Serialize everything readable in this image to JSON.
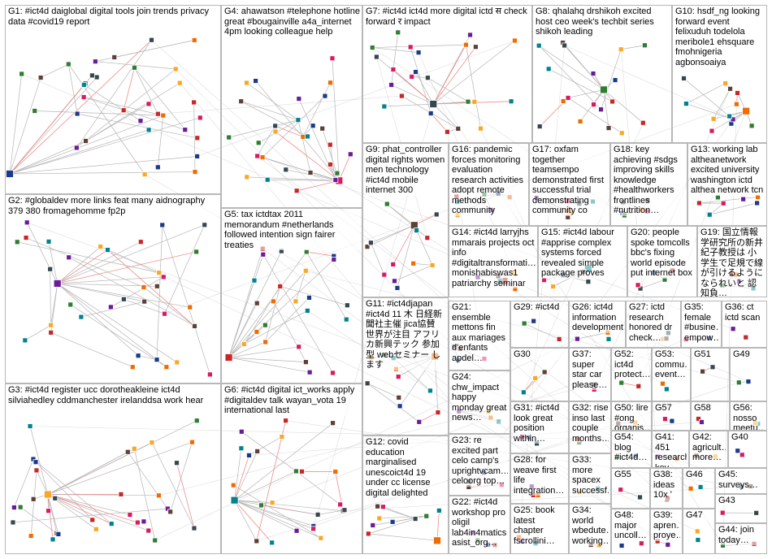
{
  "colors": {
    "edge": "#b5b5b5",
    "edge_highlight": "#f07e7e",
    "border": "#b8b8b8",
    "node_palette": [
      "#1b3b8a",
      "#2e7d32",
      "#c62828",
      "#6a1b9a",
      "#ef6c00",
      "#00838f",
      "#f9a825",
      "#5d4037",
      "#37474f",
      "#d81b60"
    ]
  },
  "node_icon": "profile-thumbnail",
  "groups": [
    {
      "id": "G1",
      "label": "G1: #ict4d daiglobal digital tools join trends privacy data #covid19 report"
    },
    {
      "id": "G2",
      "label": "G2: #globaldev more links feat many aidnography 379 380 fromagehomme fp2p"
    },
    {
      "id": "G3",
      "label": "G3: #ict4d register ucc dorotheakleine ict4d silviahedley cddmanchester irelanddsa work hear"
    },
    {
      "id": "G4",
      "label": "G4: ahawatson #telephone hotline great #bougainville a4a_internet 4pm looking colleague help"
    },
    {
      "id": "G5",
      "label": "G5: tax ictdtax 2011 memorandum #netherlands followed intention sign fairer treaties"
    },
    {
      "id": "G6",
      "label": "G6: #ict4d digital ict_works apply #digitaldev talk wayan_vota 19 international last"
    },
    {
      "id": "G7",
      "label": "G7: #ict4d ict4d more digital ictd स check forward र impact"
    },
    {
      "id": "G8",
      "label": "G8: qhalahq drshikoh excited host ceo week's techbit series shikoh leading"
    },
    {
      "id": "G10",
      "label": "G10: hsdf_ng looking forward event felixuduh todelola meribole1 ehsquare fmohnigeria agbonsoaiya"
    },
    {
      "id": "G9",
      "label": "G9: phat_controller digital rights women men technology #ict4d mobile internet 300"
    },
    {
      "id": "G16",
      "label": "G16: pandemic forces monitoring evaluation research activities adopt remote methods community"
    },
    {
      "id": "G17",
      "label": "G17: oxfam together teamsempo demonstrated first successful trial demonstrating community co"
    },
    {
      "id": "G18",
      "label": "G18: key achieving #sdgs improving skills knowledge #healthworkers frontlines #nutrition…"
    },
    {
      "id": "G13",
      "label": "G13: working lab altheanetwork excited university washington ictd althea network tcn"
    },
    {
      "id": "G14",
      "label": "G14: #ict4d larryjhs mmarais projects oct info #digitaltransformati… monishabiswas1 patriarchy seminar"
    },
    {
      "id": "G15",
      "label": "G15: #ict4d labour #apprise complex systems forced revealed simple package proves"
    },
    {
      "id": "G20",
      "label": "G20: people spoke tomcolls bbc's fixing world episode put internet box"
    },
    {
      "id": "G19",
      "label": "G19: 国立情報学研究所の新井紀子教授は 小学生で足規で線が引けるようになられいと 認知負…"
    },
    {
      "id": "G11",
      "label": "G11: #ict4djapan #ict4d 11 木 日経新聞社主催 jica協賛 世界が注目 アフリカ新興テック 参加型 webセミナー します"
    },
    {
      "id": "G21",
      "label": "G21: ensemble mettons fin aux mariages d'enfants apdel…"
    },
    {
      "id": "G29",
      "label": "G29: #ict4d"
    },
    {
      "id": "G26",
      "label": "G26: ict4d information development…"
    },
    {
      "id": "G27",
      "label": "G27: ictd research honored dr check…"
    },
    {
      "id": "G35",
      "label": "G35: female #busine… empow…"
    },
    {
      "id": "G36",
      "label": "G36: ct ictd scan"
    },
    {
      "id": "G30",
      "label": "G30"
    },
    {
      "id": "G37",
      "label": "G37: super star car please…"
    },
    {
      "id": "G52",
      "label": "G52: ict4d protect…"
    },
    {
      "id": "G53",
      "label": "G53: commu… event…"
    },
    {
      "id": "G51",
      "label": "G51"
    },
    {
      "id": "G49",
      "label": "G49"
    },
    {
      "id": "G24",
      "label": "G24: chw_impact happy monday great news…"
    },
    {
      "id": "G50",
      "label": "G50: lire #ong organis…"
    },
    {
      "id": "G57",
      "label": "G57"
    },
    {
      "id": "G58",
      "label": "G58"
    },
    {
      "id": "G56",
      "label": "G56: nosso meetu…"
    },
    {
      "id": "G31",
      "label": "G31: #ict4d look great position within…"
    },
    {
      "id": "G32",
      "label": "G32: rise inso last couple months…"
    },
    {
      "id": "G12",
      "label": "G12: covid education marginalised unescoict4d 19 under cc license digital delighted"
    },
    {
      "id": "G23",
      "label": "G23: re excited part celo camp's uprightvcam… celoorg top…"
    },
    {
      "id": "G54",
      "label": "G54: blog #ict4d…"
    },
    {
      "id": "G41",
      "label": "G41: 451 research key…"
    },
    {
      "id": "G42",
      "label": "G42: agricult… more…"
    },
    {
      "id": "G40",
      "label": "G40"
    },
    {
      "id": "G28",
      "label": "G28: for weave first life integration…"
    },
    {
      "id": "G33",
      "label": "G33: more spacex successf…"
    },
    {
      "id": "G55",
      "label": "G55"
    },
    {
      "id": "G38",
      "label": "G38: ideas 10x '"
    },
    {
      "id": "G46",
      "label": "G46"
    },
    {
      "id": "G45",
      "label": "G45: surveys…"
    },
    {
      "id": "G22",
      "label": "G22: #ict4d workshop pro oligil lab4in4matics asist_org…"
    },
    {
      "id": "G25",
      "label": "G25: book latest chapter fscrollini…"
    },
    {
      "id": "G34",
      "label": "G34: world wbedute… working…"
    },
    {
      "id": "G48",
      "label": "G48: major uncoll…"
    },
    {
      "id": "G39",
      "label": "G39: apren… proye…"
    },
    {
      "id": "G47",
      "label": "G47"
    },
    {
      "id": "G43",
      "label": "G43"
    },
    {
      "id": "G44",
      "label": "G44: join today…"
    }
  ]
}
